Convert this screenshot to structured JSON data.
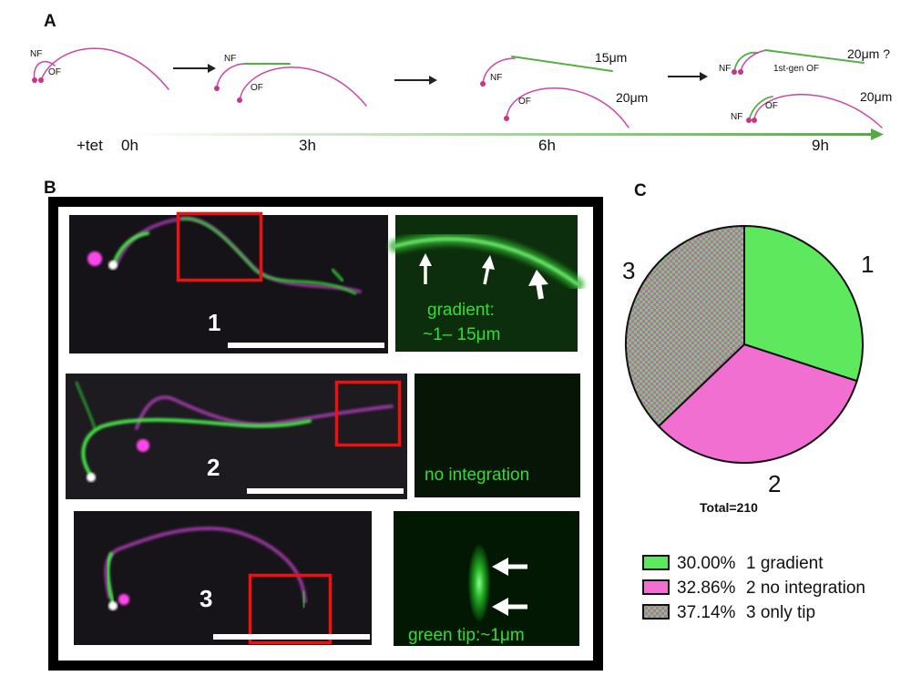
{
  "panel_a": {
    "letter": "A",
    "nf": "NF",
    "of": "OF",
    "first_gen_of": "1st-gen OF",
    "len_15": "15μm",
    "len_20": "20μm",
    "len_20_q": "20μm ?",
    "timeline": {
      "start": "+tet",
      "t0": "0h",
      "t3": "3h",
      "t6": "6h",
      "t9": "9h"
    }
  },
  "panel_b": {
    "letter": "B",
    "rows": [
      {
        "num": "1",
        "zoom_line1": "gradient:",
        "zoom_line2": "~1– 15μm"
      },
      {
        "num": "2",
        "zoom_line1": "no integration"
      },
      {
        "num": "3",
        "zoom_line1": "green tip:~1μm"
      }
    ]
  },
  "panel_c": {
    "letter": "C",
    "total": "Total=210",
    "colors": {
      "gradient": "#5ee85e",
      "no_integration": "#f26fd2",
      "only_tip": "#9c8a9c"
    }
  },
  "chart_data": {
    "type": "pie",
    "total": 210,
    "slices": [
      {
        "num": "1",
        "percent": 30.0,
        "label": "30.00%",
        "name": "1 gradient",
        "color": "#5ee85e"
      },
      {
        "num": "2",
        "percent": 32.86,
        "label": "32.86%",
        "name": "2 no integration",
        "color": "#f26fd2"
      },
      {
        "num": "3",
        "percent": 37.14,
        "label": "37.14%",
        "name": "3 only tip",
        "color": "checker"
      }
    ],
    "legend_placement": "bottom"
  }
}
